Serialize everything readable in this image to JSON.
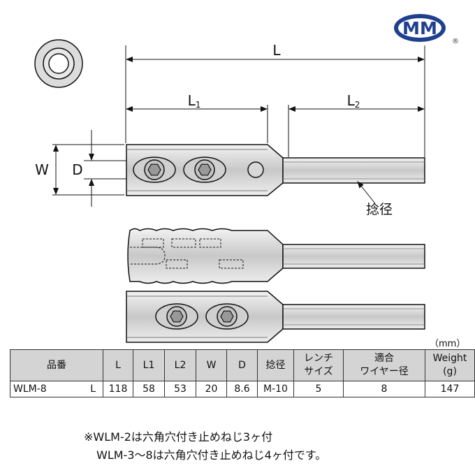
{
  "logo": {
    "text": "MM",
    "registered": "®",
    "color": "#1f3f8f"
  },
  "dimensions": {
    "L": "L",
    "L1": "L",
    "L1_sub": "1",
    "L2": "L",
    "L2_sub": "2",
    "W": "W",
    "D": "D"
  },
  "callout": "捻径",
  "unit": "（mm）",
  "table": {
    "headers": [
      "品番",
      "L",
      "L1",
      "L2",
      "W",
      "D",
      "捻径",
      "レンチ\nサイズ",
      "適合\nワイヤー径",
      "Weight\n(g)"
    ],
    "rows": [
      {
        "part": "WLM-8",
        "suffix": "L",
        "cells": [
          "118",
          "58",
          "53",
          "20",
          "8.6",
          "M-10",
          "5",
          "8",
          "147"
        ]
      }
    ]
  },
  "notes": [
    "※WLM-2は六角穴付き止めねじ3ヶ付",
    "WLM-3～8は六角穴付き止めねじ4ヶ付です。"
  ]
}
